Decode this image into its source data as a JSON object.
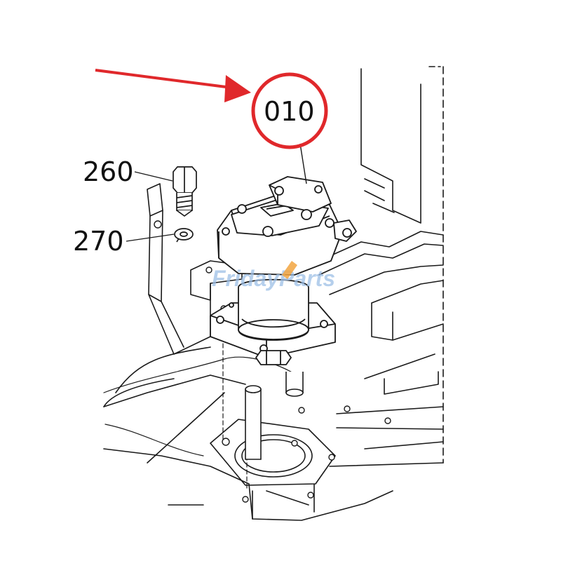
{
  "diagram": {
    "callouts": {
      "main_part": "010",
      "bolt": "260",
      "washer": "270"
    },
    "watermark": {
      "part1": "Friday",
      "part2": "Parts"
    },
    "colors": {
      "highlight": "#e0282b",
      "ink": "#1a1a1a",
      "watermark_blue": "#9dbfe6",
      "watermark_orange": "#f2a540"
    }
  }
}
